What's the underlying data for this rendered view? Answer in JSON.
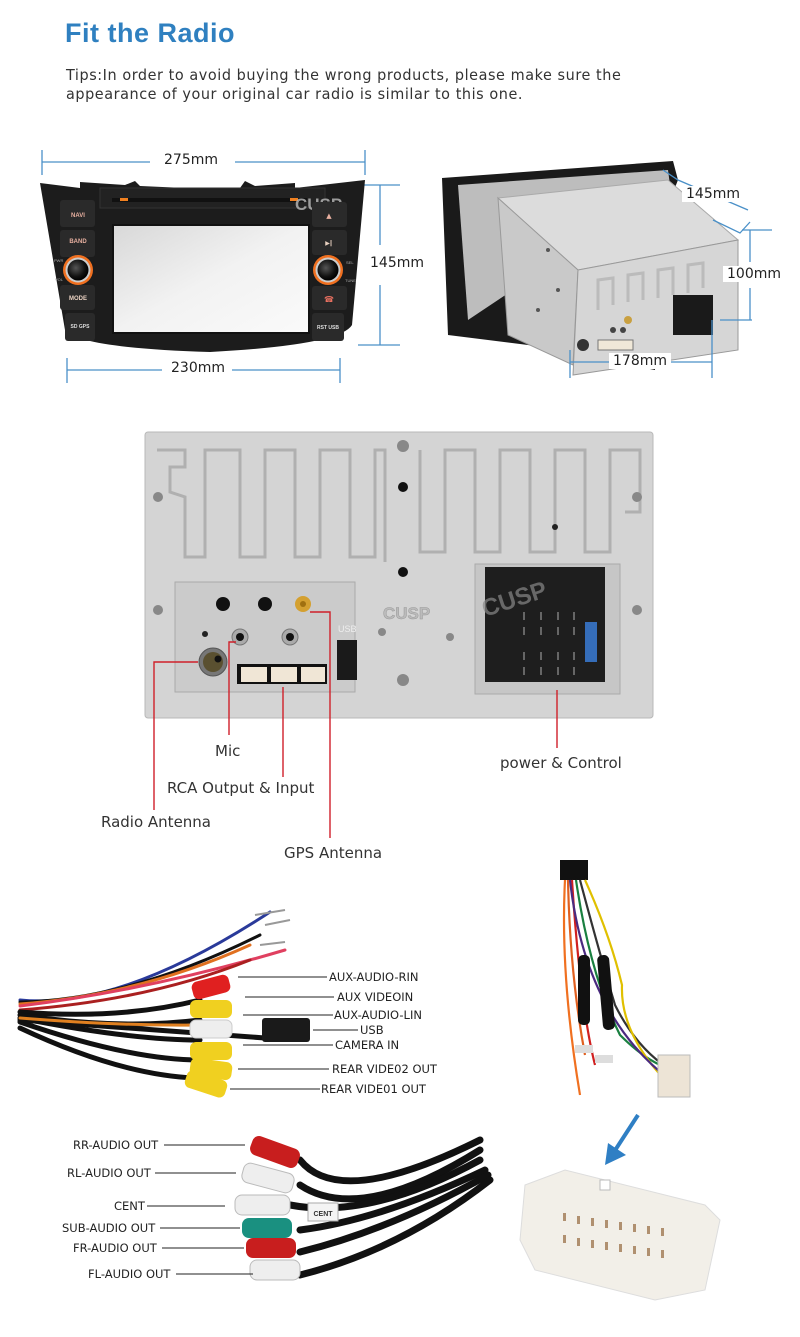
{
  "header": {
    "title": "Fit the Radio",
    "tips": "Tips:In order to avoid buying the wrong products, please make sure the appearance of your original car radio is similar to this one."
  },
  "colors": {
    "title": "#2f80c0",
    "dimension_line": "#4a90c8",
    "callout_line": "#d0202a",
    "arrow": "#2f7fc4"
  },
  "front_unit": {
    "width_top": "275mm",
    "width_bottom": "230mm",
    "height": "145mm",
    "brand": "CUSP",
    "left_buttons": [
      "NAVI",
      "BAND",
      "MODE",
      "SD GPS"
    ],
    "left_knob_labels": [
      "PWR",
      "VOL"
    ],
    "right_buttons": [
      "▲",
      "▶‖",
      "☎",
      "RST USB"
    ],
    "right_knob_labels": [
      "SEL",
      "TUNE"
    ]
  },
  "side_unit": {
    "depth": "145mm",
    "height": "100mm",
    "width": "178mm"
  },
  "back_panel": {
    "brand": "CUSP",
    "usb_label": "USB",
    "callouts": {
      "mic": "Mic",
      "rca": "RCA Output & Input",
      "radio_antenna": "Radio Antenna",
      "gps_antenna": "GPS Antenna",
      "power_control": "power & Control"
    }
  },
  "cable_inputs": {
    "labels": [
      "AUX-AUDIO-RIN",
      "AUX VIDEOIN",
      "AUX-AUDIO-LIN",
      "USB",
      "CAMERA IN",
      "REAR VIDE02 OUT",
      "REAR VIDE01 OUT"
    ]
  },
  "cable_outputs": {
    "labels": [
      "RR-AUDIO OUT",
      "RL-AUDIO OUT",
      "CENT",
      "SUB-AUDIO OUT",
      "FR-AUDIO OUT",
      "FL-AUDIO OUT"
    ],
    "tag": "CENT"
  }
}
